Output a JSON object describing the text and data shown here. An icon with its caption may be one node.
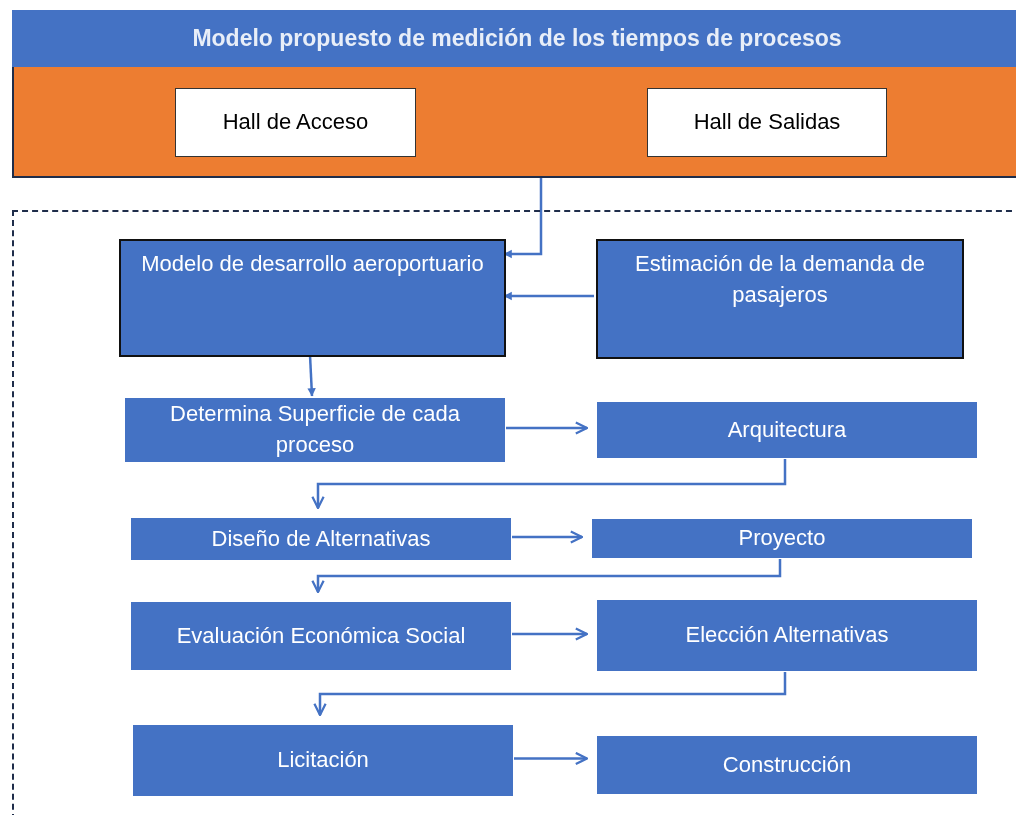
{
  "diagram": {
    "title": "Modelo propuesto de medición de los tiempos de procesos",
    "nodes": [
      {
        "text": [],
        "shape": "box"
      },
      {
        "text": [
          "Hall de Acceso"
        ],
        "in": 0
      },
      {
        "text": [
          "Hall de Salidas"
        ],
        "in": 0
      },
      {
        "text": [],
        "shape": "box"
      },
      {
        "text": [
          "Modelo de desarrollo aeroportuario"
        ],
        "in": 3
      },
      {
        "text": [
          "Estimación de la demanda de pasajeros"
        ],
        "in": 3
      },
      {
        "text": [
          "Determina Superficie de cada proceso"
        ],
        "in": 3
      },
      {
        "text": [
          "Arquitectura"
        ],
        "in": 3
      },
      {
        "text": [
          "Diseño de Alternativas"
        ],
        "in": 3
      },
      {
        "text": [
          "Proyecto"
        ],
        "in": 3
      },
      {
        "text": [
          "Evaluación Económica Social"
        ],
        "in": 3
      },
      {
        "text": [
          "Elección Alternativas"
        ],
        "in": 3
      },
      {
        "text": [
          "Licitación"
        ],
        "in": 3
      },
      {
        "text": [
          "Construcción"
        ],
        "in": 3
      }
    ],
    "edges": [
      {
        "from": 0,
        "to": 4,
        "arrow": "to"
      },
      {
        "from": 5,
        "to": 4,
        "arrow": "to"
      },
      {
        "from": 4,
        "to": 6,
        "arrow": "to"
      },
      {
        "from": 6,
        "to": 7,
        "arrow": "to"
      },
      {
        "from": 7,
        "to": 8,
        "arrow": "to"
      },
      {
        "from": 8,
        "to": 9,
        "arrow": "to"
      },
      {
        "from": 9,
        "to": 10,
        "arrow": "to"
      },
      {
        "from": 10,
        "to": 11,
        "arrow": "to"
      },
      {
        "from": 11,
        "to": 12,
        "arrow": "to"
      },
      {
        "from": 12,
        "to": 13,
        "arrow": "to"
      }
    ]
  }
}
